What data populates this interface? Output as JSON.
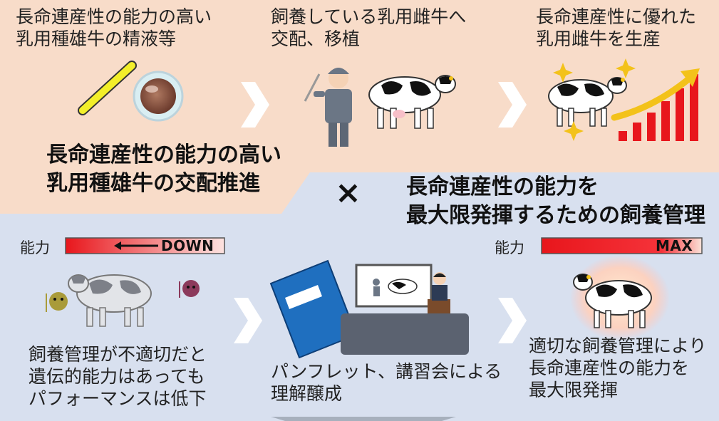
{
  "top": {
    "step1": [
      "長命連産性の能力の高い",
      "乳用種雄牛の精液等"
    ],
    "step2": [
      "飼養している乳用雌牛へ",
      "交配、移植"
    ],
    "step3": [
      "長命連産性に優れた",
      "乳用雌牛を生産"
    ],
    "headline": [
      "長命連産性の能力の高い",
      "乳用種雄牛の交配推進"
    ]
  },
  "cross": "×",
  "bottom": {
    "headline": [
      "長命連産性の能力を",
      "最大限発揮するための飼養管理"
    ],
    "bar_left_label": "能力",
    "bar_left_word": "DOWN",
    "bar_right_label": "能力",
    "bar_right_word": "MAX",
    "step1": [
      "飼養管理が不適切だと",
      "遺伝的能力はあっても",
      "パフォーマンスは低下"
    ],
    "step2": [
      "パンフレット、講習会による",
      "理解醸成"
    ],
    "step3": [
      "適切な飼養管理により",
      "長命連産性の能力を",
      "最大限発揮"
    ]
  },
  "colors": {
    "top_bg": "#f8dcc9",
    "bottom_bg": "#d8e0ef",
    "chevron": "#ffffff",
    "accent_red": "#e8161c"
  }
}
